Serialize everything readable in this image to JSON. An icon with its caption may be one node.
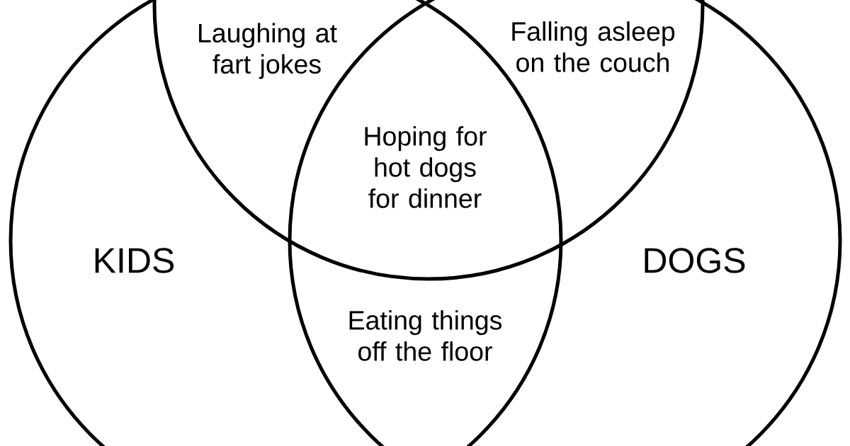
{
  "diagram": {
    "nodes": [
      {
        "text": [],
        "shape": "circle"
      },
      {
        "text": [
          "KIDS"
        ]
      },
      {
        "text": [
          "DOGS"
        ]
      }
    ],
    "labels": [
      "Laughing at fart jokes",
      "Falling asleep on the couch",
      "Hoping for hot dogs for dinner",
      "Eating things off the floor"
    ]
  }
}
